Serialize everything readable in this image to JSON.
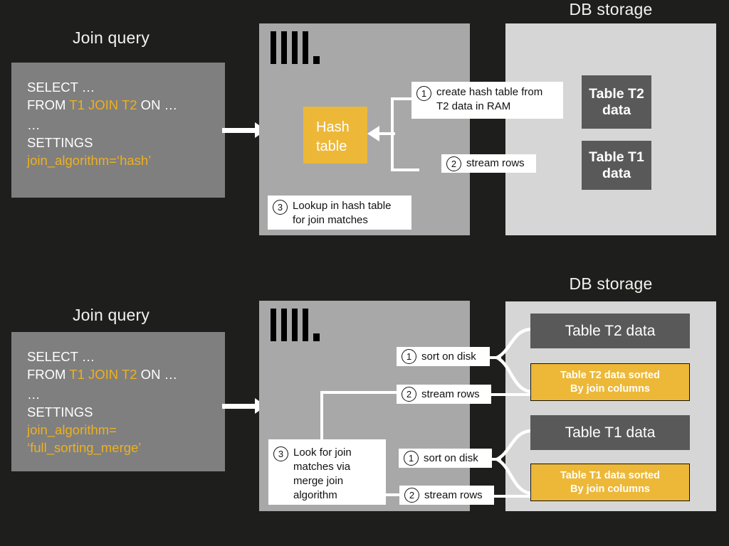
{
  "theme": {
    "background": "#1e1f1c",
    "engine_panel": "#a8a8a8",
    "storage_panel": "#d6d6d6",
    "query_box": "#7f7f7f",
    "accent_yellow": "#edb838",
    "table_box": "#595959",
    "text_light": "#ffffff",
    "callout_bg": "#ffffff"
  },
  "top": {
    "query_title": "Join query",
    "storage_title": "DB storage",
    "query": {
      "line1": "SELECT …",
      "line2_prefix": "FROM ",
      "line2_highlight": "T1 JOIN T2",
      "line2_suffix": " ON …",
      "line3": "…",
      "line4": "SETTINGS",
      "line5": "join_algorithm=‘hash’"
    },
    "engine": {
      "logo": "clickhouse-logo",
      "hash_box_line1": "Hash",
      "hash_box_line2": "table"
    },
    "callouts": [
      {
        "number": "1",
        "line1": "create hash table from",
        "line2": "T2 data in RAM"
      },
      {
        "number": "2",
        "line1": "stream rows",
        "line2": ""
      },
      {
        "number": "3",
        "line1": "Lookup in hash table",
        "line2": "for join matches"
      }
    ],
    "tables": [
      {
        "line1": "Table T2",
        "line2": "data"
      },
      {
        "line1": "Table T1",
        "line2": "data"
      }
    ]
  },
  "bottom": {
    "query_title": "Join query",
    "storage_title": "DB storage",
    "query": {
      "line1": "SELECT …",
      "line2_prefix": "FROM ",
      "line2_highlight": "T1 JOIN T2",
      "line2_suffix": " ON …",
      "line3": "…",
      "line4": "SETTINGS",
      "line5": "join_algorithm=",
      "line6": "‘full_sorting_merge’"
    },
    "engine": {
      "logo": "clickhouse-logo",
      "step3_number": "3",
      "step3_line1": "Look for join",
      "step3_line2": "matches via",
      "step3_line3": "merge join",
      "step3_line4": "algorithm"
    },
    "callouts": [
      {
        "number": "1",
        "label": "sort on disk"
      },
      {
        "number": "2",
        "label": "stream rows"
      },
      {
        "number": "1",
        "label": "sort on disk"
      },
      {
        "number": "2",
        "label": "stream rows"
      }
    ],
    "tables": [
      {
        "label": "Table T2 data"
      },
      {
        "label": "Table T1 data"
      }
    ],
    "sorted_tables": [
      {
        "line1": "Table T2 data sorted",
        "line2": "By join columns"
      },
      {
        "line1": "Table T1 data sorted",
        "line2": "By join columns"
      }
    ]
  }
}
